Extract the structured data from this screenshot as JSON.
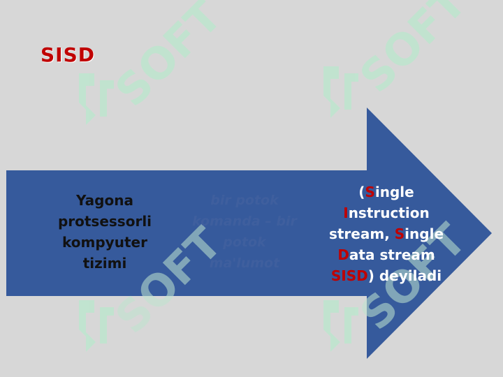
{
  "slide": {
    "title": "SISD",
    "box1": {
      "lines": [
        "Yagona",
        "protsessorli",
        "kompyuter",
        "tizimi"
      ]
    },
    "box2": {
      "lines": [
        "bir potok",
        "komanda – bir",
        "potok",
        "ma'lumot"
      ]
    },
    "box3": {
      "line1": {
        "open": "(",
        "S": "S",
        "rest": "ingle"
      },
      "line2": {
        "I": "I",
        "rest": "nstruction"
      },
      "line3": {
        "pre": "stream, ",
        "S": "S",
        "rest": "ingle"
      },
      "line4": {
        "D": "D",
        "rest": "ata stream"
      },
      "line5": {
        "acronym": "SISD",
        "rest": ") deyiladi"
      }
    }
  },
  "colors": {
    "background": "#d7d7d7",
    "arrow": "#365a9c",
    "accent_red": "#c00000",
    "watermark": "#bfe5cf"
  },
  "watermark": {
    "text": "SOFT",
    "icon": "watermark-logo-icon"
  }
}
